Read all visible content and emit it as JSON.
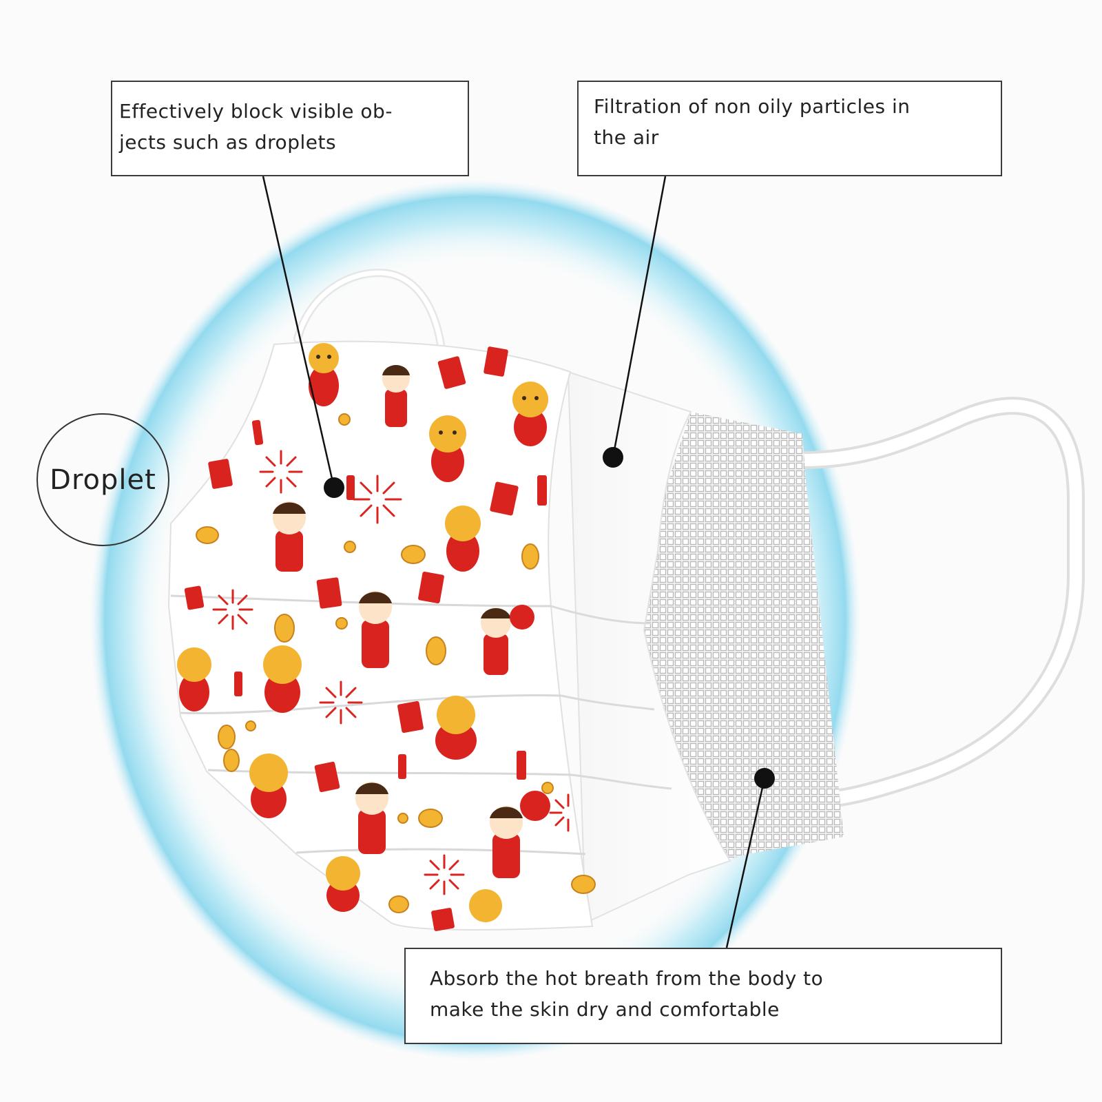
{
  "callouts": {
    "block_droplets": {
      "line1": "Effectively block visible ob-",
      "line2": "jects such as droplets"
    },
    "filtration": {
      "line1": "Filtration of non oily particles in",
      "line2": "the air"
    },
    "absorb_breath": {
      "line1": "Absorb the hot breath from the body to",
      "line2": "make the skin dry and comfortable"
    }
  },
  "droplet_label": "Droplet",
  "colors": {
    "pattern_red": "#d8231f",
    "pattern_gold": "#f2b431",
    "shield_blue": "#8ed8ee",
    "mesh_gray": "#c9c9c9",
    "callout_border": "#3a3a3a"
  }
}
